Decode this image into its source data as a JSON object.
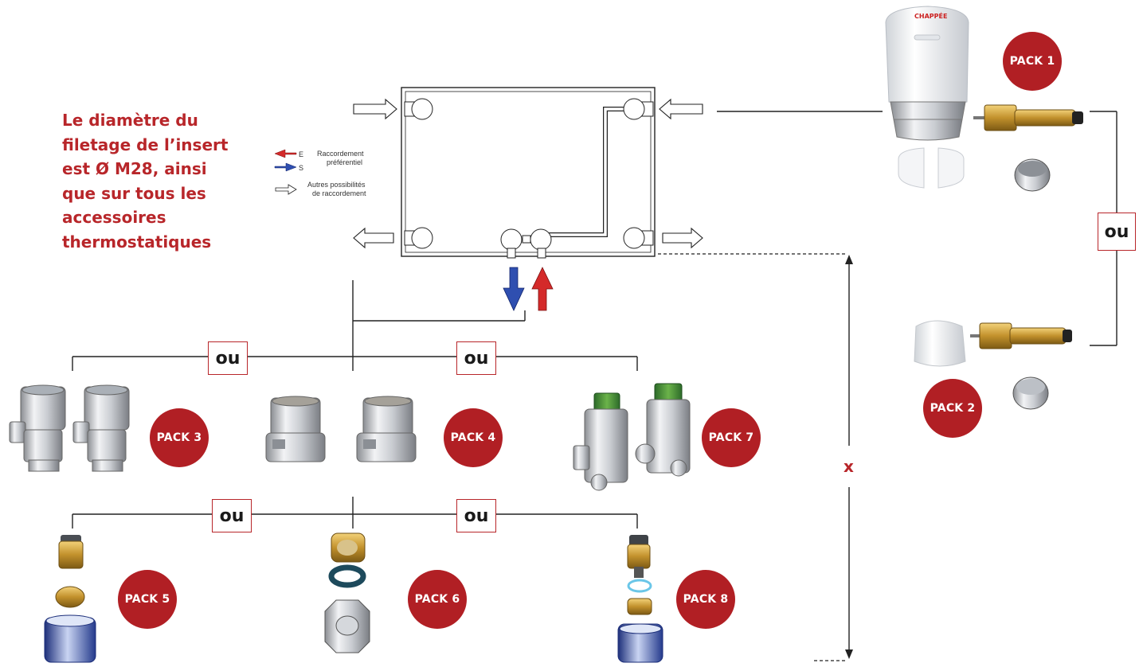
{
  "note_lines": [
    "Le diamètre du",
    "filetage de l’insert",
    "est Ø M28, ainsi",
    "que sur tous les",
    "accessoires",
    "thermostatiques"
  ],
  "legend": {
    "e": "E",
    "s": "S",
    "raccordement_line1": "Raccordement",
    "raccordement_line2": "préférentiel",
    "autres_line1": "Autres possibilités",
    "autres_line2": "de raccordement"
  },
  "brand": "CHAPPÉE",
  "or_label": "ou",
  "x_label": "x",
  "packs": {
    "p1": "PACK 1",
    "p2": "PACK 2",
    "p3": "PACK 3",
    "p4": "PACK 4",
    "p5": "PACK 5",
    "p6": "PACK 6",
    "p7": "PACK 7",
    "p8": "PACK 8"
  },
  "colors": {
    "accent": "#b11f24",
    "supply_arrow": "#d42a2a",
    "return_arrow": "#2f4fb0"
  }
}
